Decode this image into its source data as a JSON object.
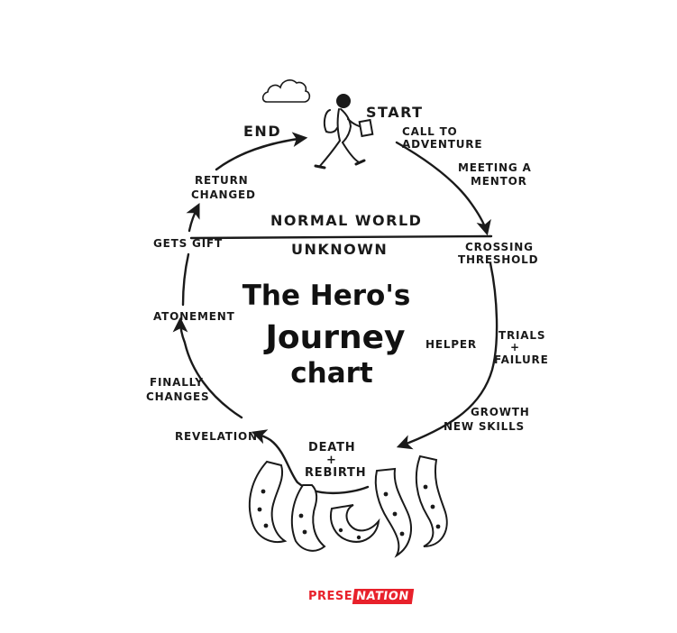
{
  "title": {
    "line1": "The Hero's",
    "line2": "Journey",
    "line3": "chart"
  },
  "world": {
    "normal": "NORMAL WORLD",
    "unknown": "UNKNOWN"
  },
  "stages": {
    "start": "START",
    "call_1": "CALL TO",
    "call_2": "ADVENTURE",
    "mentor_1": "MEETING A",
    "mentor_2": "MENTOR",
    "threshold_1": "CROSSING",
    "threshold_2": "THRESHOLD",
    "helper": "HELPER",
    "trials_1": "TRIALS",
    "trials_2": "+",
    "trials_3": "FAILURE",
    "growth_1": "GROWTH",
    "growth_2": "NEW SKILLS",
    "death_1": "DEATH",
    "death_2": "+",
    "death_3": "REBIRTH",
    "revelation": "REVELATION",
    "changes_1": "FINALLY",
    "changes_2": "CHANGES",
    "atonement": "ATONEMENT",
    "gift": "GETS GIFT",
    "return_1": "RETURN",
    "return_2": "CHANGED",
    "end": "END"
  },
  "brand": {
    "part1": "PRESE",
    "part2": "NATION",
    "color": "#e8212b"
  },
  "icons": [
    "cloud-icon",
    "hero-walking-icon",
    "tentacles-icon"
  ]
}
